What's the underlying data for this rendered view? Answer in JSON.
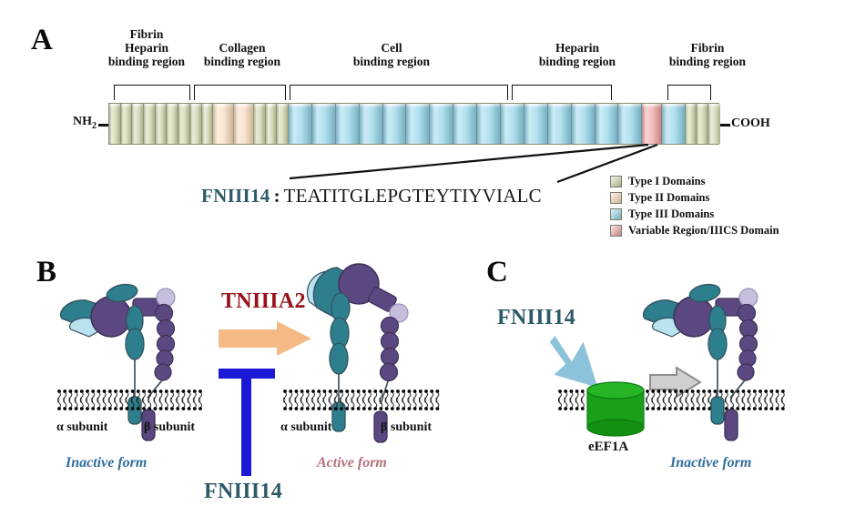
{
  "figure": {
    "panels": [
      {
        "letter": "A"
      },
      {
        "letter": "B"
      },
      {
        "letter": "C"
      }
    ]
  },
  "panel_a": {
    "letter": "A",
    "regions": [
      {
        "name": "fibrin-heparin-binding-region-left",
        "lines": [
          "Fibrin",
          "Heparin",
          "binding region"
        ]
      },
      {
        "name": "collagen-binding-region",
        "lines": [
          "Collagen",
          "binding region"
        ]
      },
      {
        "name": "cell-binding-region",
        "lines": [
          "Cell",
          "binding region"
        ]
      },
      {
        "name": "heparin-binding-region",
        "lines": [
          "Heparin",
          "binding region"
        ]
      },
      {
        "name": "fibrin-binding-region-right",
        "lines": [
          "Fibrin",
          "binding region"
        ]
      }
    ],
    "n_terminus": "NH",
    "n_terminus_sub": "2",
    "c_terminus": "COOH",
    "domain_sequence": [
      "I",
      "I",
      "I",
      "I",
      "I",
      "I",
      "I",
      "I",
      "I",
      "II",
      "II",
      "I",
      "I",
      "I",
      "III",
      "III",
      "III",
      "III",
      "III",
      "III",
      "III",
      "III",
      "III",
      "III",
      "III",
      "III",
      "III",
      "III",
      "III",
      "VR",
      "III",
      "I",
      "I",
      "I"
    ],
    "peptide": {
      "name": "FNIII14",
      "separator": ":",
      "sequence": "TEATITGLEPGTEYTIYVIALC"
    },
    "legend": {
      "items": [
        {
          "label": "Type I Domains",
          "color": "#cdd4a8",
          "key": "I"
        },
        {
          "label": "Type II Domains",
          "color": "#f6d9b9",
          "key": "II"
        },
        {
          "label": "Type III Domains",
          "color": "#8fd3e8",
          "key": "III"
        },
        {
          "label": "Variable Region/IIICS Domain",
          "color": "#eda0a0",
          "key": "VR"
        }
      ]
    }
  },
  "panel_b": {
    "letter": "B",
    "left_state": {
      "alpha_label": "α subunit",
      "beta_label": "β subunit",
      "form": "Inactive form"
    },
    "right_state": {
      "alpha_label": "α subunit",
      "beta_label": "β subunit",
      "form": "Active form"
    },
    "activator": "TNIIIA2",
    "inhibitor": "FNIII14",
    "colors": {
      "activator_text": "#96121a",
      "activator_arrow": "#f5b985",
      "inhibitor": "#1a1ad6",
      "inactive_text": "#2f6e9e",
      "active_text": "#b4707a"
    }
  },
  "panel_c": {
    "letter": "C",
    "ligand": "FNIII14",
    "target": "eEF1A",
    "form": "Inactive form",
    "colors": {
      "ligand_text": "#2c5a68",
      "ligand_arrow": "#8cc2da",
      "target_body": "#17a018",
      "effect_arrow": "#9a9a9a"
    }
  }
}
